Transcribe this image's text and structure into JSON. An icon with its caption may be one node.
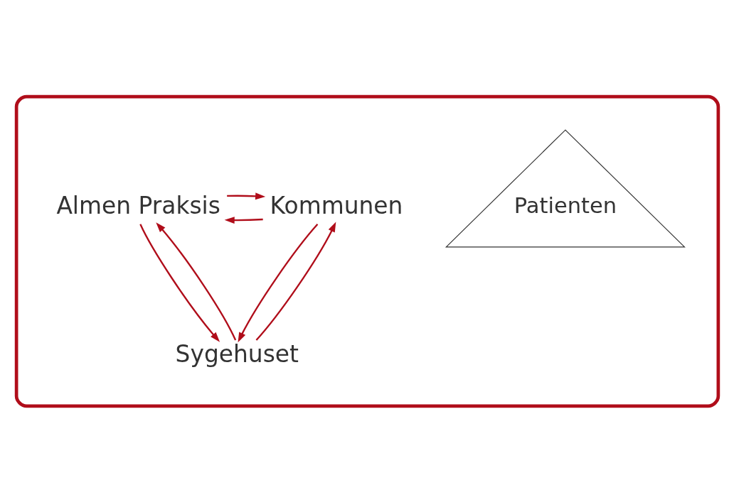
{
  "diagram": {
    "nodes": [
      {
        "text": [],
        "shape": "ellipse"
      },
      {
        "text": [
          "Sygehuset"
        ],
        "in": 0
      },
      {
        "text": [
          "Patienten"
        ],
        "in": 0
      },
      {
        "text": [
          "Kommunen"
        ],
        "in": 0
      },
      {
        "text": [
          "Almen Praksis"
        ],
        "in": 0
      }
    ],
    "edges": [
      {
        "from": 1,
        "to": 3,
        "arrow": "to"
      },
      {
        "from": 3,
        "to": 1,
        "arrow": "to"
      },
      {
        "from": 4,
        "to": 1,
        "arrow": "to"
      },
      {
        "from": 1,
        "to": 4,
        "arrow": "to"
      },
      {
        "from": 3,
        "to": 4,
        "arrow": "to"
      },
      {
        "from": 4,
        "to": 3,
        "arrow": "to"
      }
    ]
  }
}
